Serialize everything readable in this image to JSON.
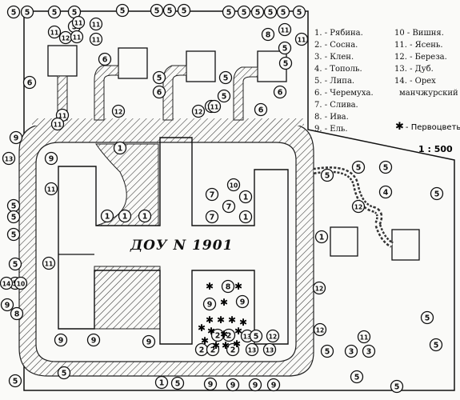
{
  "title": "ДОУ N 1901",
  "scale": "1 : 500",
  "legend": {
    "left": [
      "1. - Рябина.",
      "2. - Сосна.",
      "3. - Клен.",
      "4. - Тополь.",
      "5. - Липа.",
      "6. - Черемуха.",
      "7. - Слива.",
      "8. - Ива.",
      "9. - Ель."
    ],
    "right": [
      "10 - Вишня.",
      "11. - Ясень.",
      "12. - Береза.",
      "13. - Дуб.",
      "14. - Орех",
      "манчжурский"
    ],
    "primrose": "- Первоцветы"
  },
  "trees": [
    "5",
    "5",
    "5",
    "5",
    "5",
    "5",
    "5",
    "5",
    "5",
    "5",
    "5",
    "5",
    "5",
    "5",
    "5",
    "11",
    "11",
    "11",
    "12",
    "11",
    "11",
    "8",
    "11",
    "5",
    "5",
    "11",
    "6",
    "5",
    "5",
    "6",
    "6",
    "5",
    "6",
    "11",
    "11",
    "12",
    "12",
    "11",
    "6",
    "11",
    "9",
    "13",
    "9",
    "11",
    "1",
    "10",
    "1",
    "7",
    "7",
    "7",
    "1",
    "1",
    "1",
    "1",
    "5",
    "5",
    "5",
    "4",
    "12",
    "12",
    "1",
    "5",
    "5",
    "5",
    "5",
    "5",
    "14",
    "10",
    "9",
    "8",
    "11",
    "5",
    "12",
    "9",
    "9",
    "9",
    "8",
    "9",
    "9",
    "5",
    "2",
    "2",
    "13",
    "5",
    "12",
    "13",
    "2",
    "2",
    "2",
    "13",
    "11",
    "5",
    "3",
    "3",
    "5",
    "5",
    "5",
    "1",
    "5",
    "9",
    "9",
    "9",
    "9",
    "5",
    "5"
  ]
}
